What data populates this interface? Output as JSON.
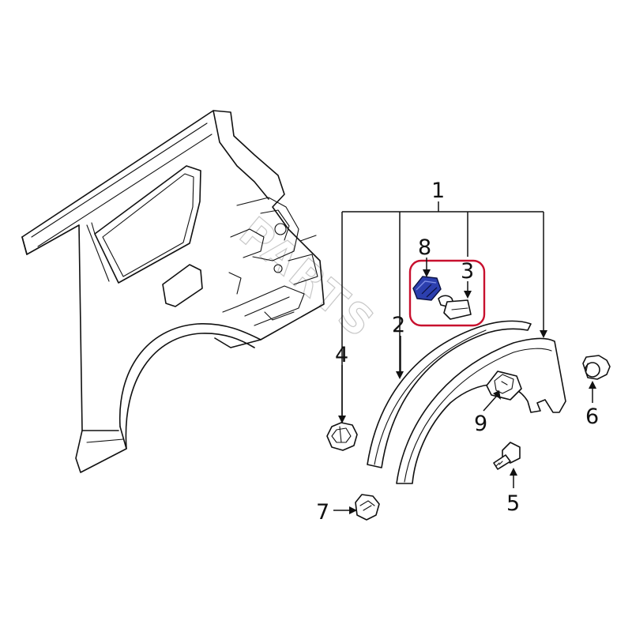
{
  "diagram": {
    "callouts": [
      {
        "id": "1",
        "label": "1"
      },
      {
        "id": "2",
        "label": "2"
      },
      {
        "id": "3",
        "label": "3"
      },
      {
        "id": "4",
        "label": "4"
      },
      {
        "id": "5",
        "label": "5"
      },
      {
        "id": "6",
        "label": "6"
      },
      {
        "id": "7",
        "label": "7"
      },
      {
        "id": "8",
        "label": "8"
      },
      {
        "id": "9",
        "label": "9"
      }
    ],
    "highlight": {
      "part": "8",
      "color": "#2c3fae",
      "frame_color": "#c8102e"
    },
    "watermark": "PARTS"
  }
}
